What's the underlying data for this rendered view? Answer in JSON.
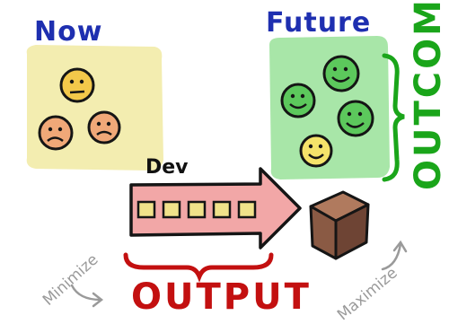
{
  "labels": {
    "now": "Now",
    "future": "Future",
    "dev": "Dev",
    "output": "OUTPUT",
    "outcome": "OUTCOME",
    "minimize": "Minimize",
    "maximize": "Maximize"
  },
  "colors": {
    "label_blue": "#1e2fb0",
    "output_red": "#c31010",
    "outcome_green": "#1aa51a",
    "now_panel": "#f3edb0",
    "future_panel": "#a8e6a8",
    "arrow_fill": "#f2a7a7",
    "box": "#8a5a44"
  },
  "now_faces": [
    {
      "name": "neutral-yellow-face",
      "mood": "neutral",
      "color": "#f3c84a"
    },
    {
      "name": "sad-orange-face-left",
      "mood": "sad",
      "color": "#f0a878"
    },
    {
      "name": "sad-orange-face-right",
      "mood": "sad",
      "color": "#f0a878"
    }
  ],
  "future_faces": [
    {
      "name": "happy-green-face-top",
      "mood": "happy",
      "color": "#5cc85c"
    },
    {
      "name": "happy-green-face-left",
      "mood": "happy",
      "color": "#5cc85c"
    },
    {
      "name": "happy-green-face-right",
      "mood": "happy",
      "color": "#5cc85c"
    },
    {
      "name": "happy-yellow-face",
      "mood": "happy",
      "color": "#f5e36a"
    }
  ],
  "arrow_block_count": 5
}
